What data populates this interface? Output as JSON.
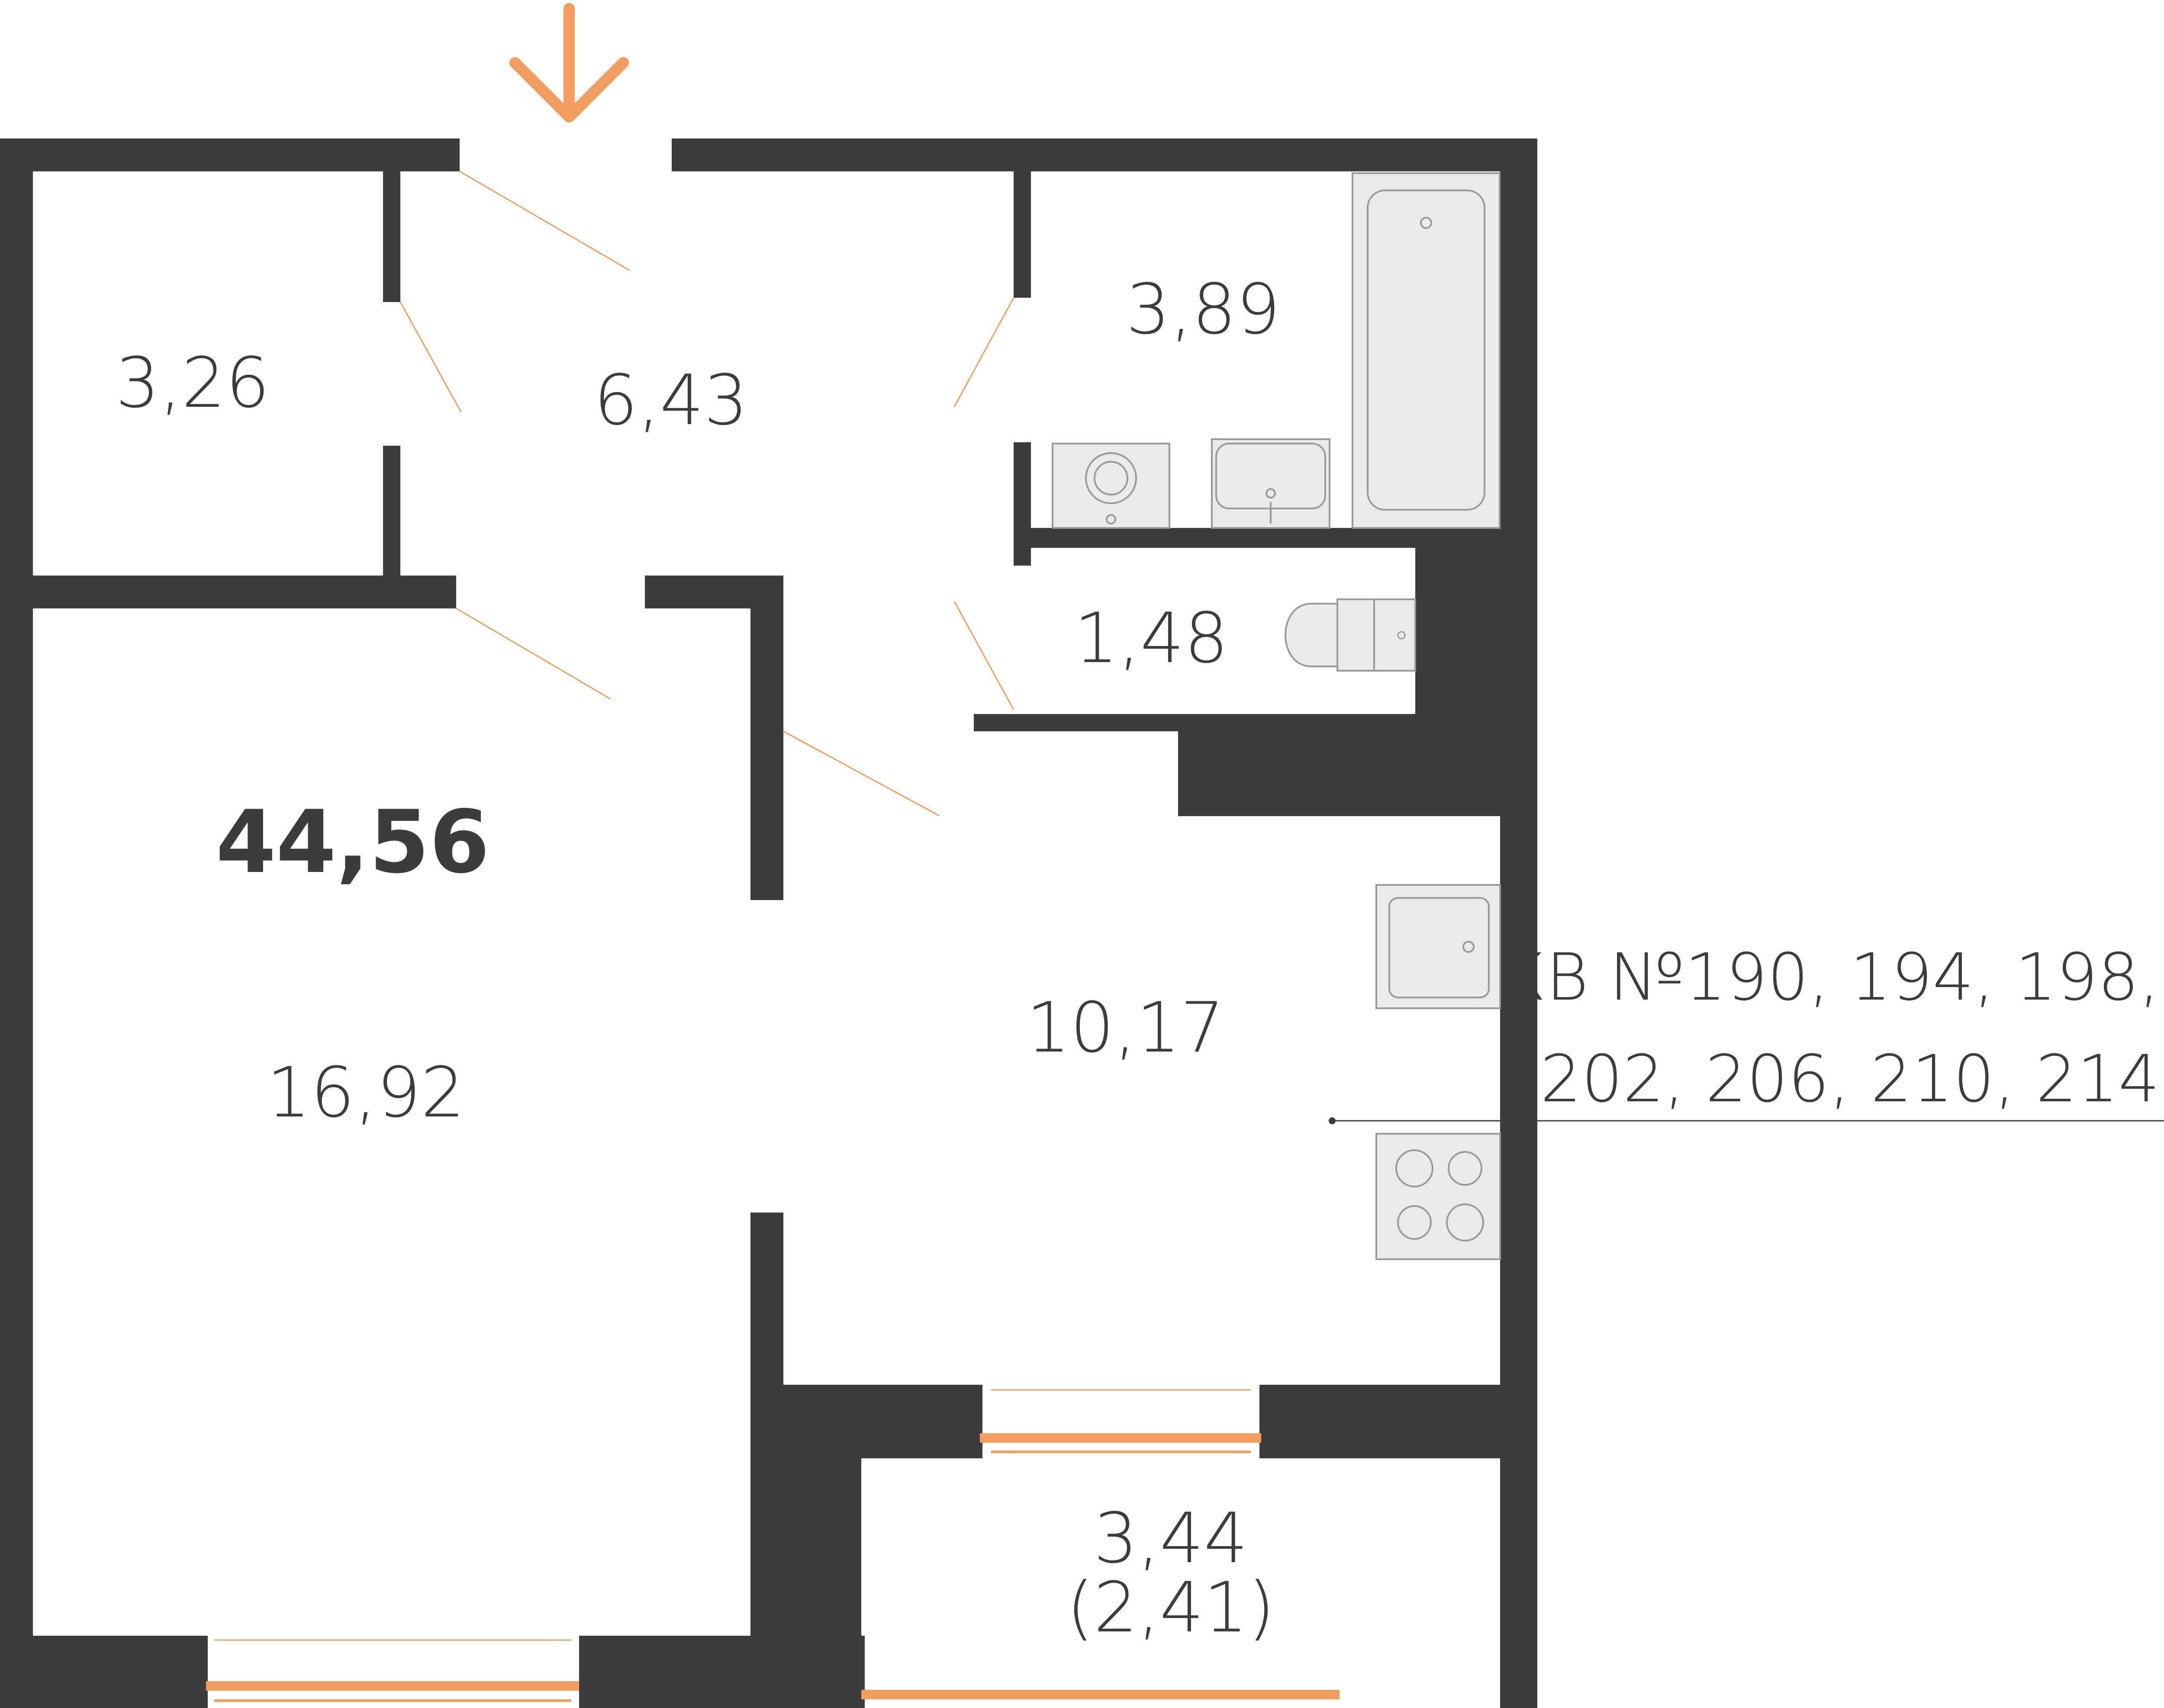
{
  "total_area": "44,56",
  "rooms": {
    "storage": "3,26",
    "hallway": "6,43",
    "bathroom": "3,89",
    "toilet": "1,48",
    "living_room": "16,92",
    "kitchen": "10,17",
    "balcony_area": "3,44",
    "balcony_reduced": "(2,41)"
  },
  "apartment_numbers": {
    "line1": "КВ №190, 194, 198,",
    "line2": "202, 206, 210, 214"
  },
  "colors": {
    "wall": "#3d3b3b",
    "accent": "#f09d5f",
    "fixture": "#eaeaea"
  },
  "icons": {
    "entrance": "arrow-down-icon"
  }
}
